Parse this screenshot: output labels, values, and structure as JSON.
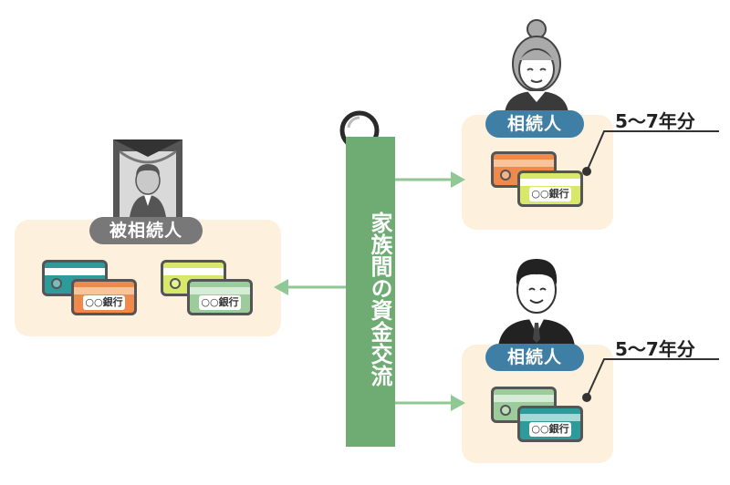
{
  "labels": {
    "decedent": "被相続人",
    "heir_top": "相続人",
    "heir_bottom": "相続人",
    "flow": "家族間の資金交流",
    "years_top": "5〜7年分",
    "years_bottom": "5〜7年分",
    "bank": "○○銀行"
  },
  "colors": {
    "panel": "#fdf0dc",
    "flow_green": "#6fac74",
    "pill_gray": "#787878",
    "pill_blue": "#3f7fa5",
    "card_teal": "#2e9a9a",
    "card_orange": "#ef8a4a",
    "card_lime": "#d8e86a",
    "card_sage": "#9ccb9c"
  },
  "icons": [
    "magnifier-icon",
    "arrow-left-icon",
    "arrow-right-icon",
    "elderly-woman-icon",
    "man-icon",
    "memorial-portrait-icon",
    "bank-card-icon"
  ]
}
